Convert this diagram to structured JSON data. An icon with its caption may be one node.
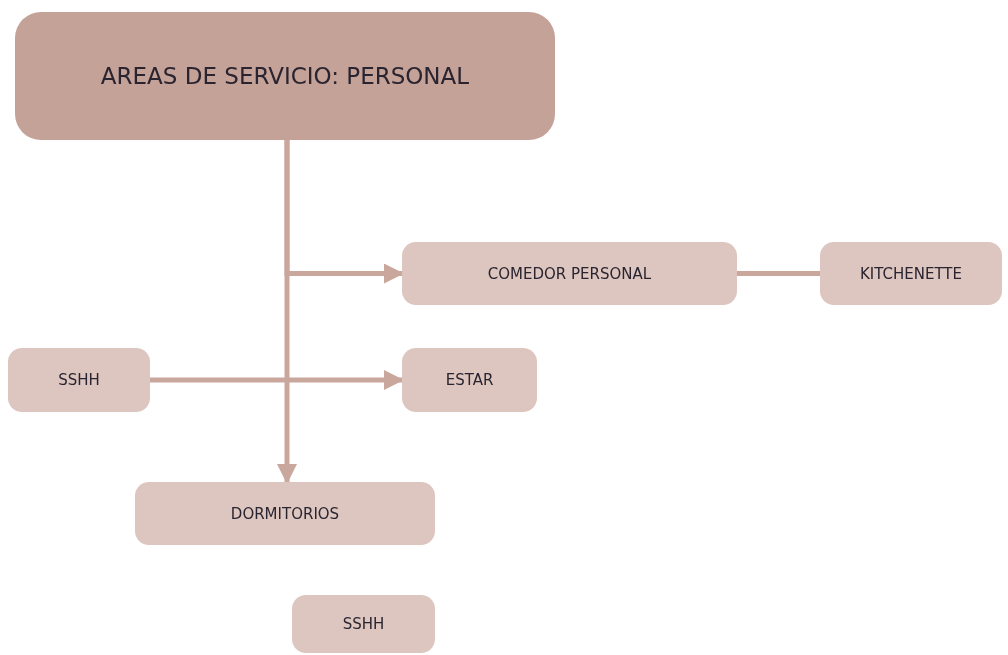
{
  "diagram": {
    "nodes": [
      {
        "text": [
          "AREAS DE SERVICIO: PERSONAL"
        ]
      },
      {
        "text": [
          "COMEDOR PERSONAL"
        ]
      },
      {
        "text": [
          "KITCHENETTE"
        ]
      },
      {
        "text": [
          "SSHH"
        ]
      },
      {
        "text": [
          "ESTAR"
        ]
      },
      {
        "text": [
          "DORMITORIOS"
        ]
      },
      {
        "text": [
          "SSHH"
        ]
      }
    ],
    "edges": [
      {
        "from": 0,
        "to": 1,
        "arrow": "to"
      },
      {
        "from": 1,
        "to": 2,
        "arrow": "none"
      },
      {
        "from": 3,
        "to": 4,
        "arrow": "to"
      },
      {
        "from": 0,
        "to": 5,
        "arrow": "to"
      }
    ]
  }
}
